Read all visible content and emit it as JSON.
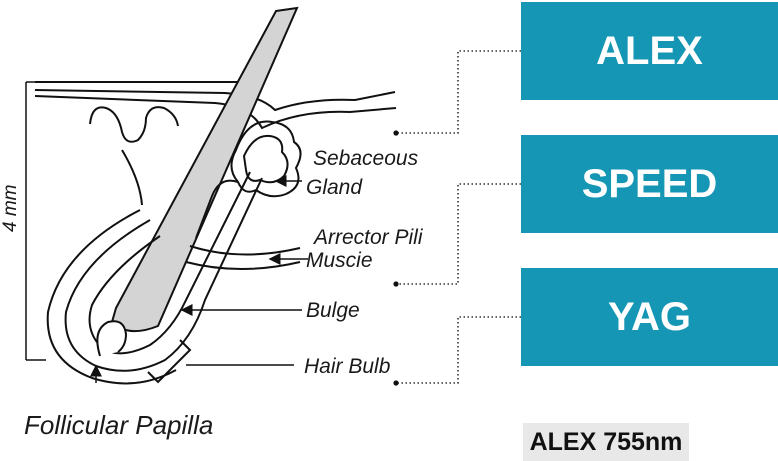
{
  "diagram": {
    "scale_label": "4 mm",
    "labels": {
      "sebaceous": "Sebaceous",
      "gland": "Gland",
      "arrector_pili": "Arrector Pili",
      "muscie": "Muscie",
      "bulge": "Bulge",
      "hair_bulb": "Hair Bulb",
      "follicular_papilla": "Follicular Papilla"
    }
  },
  "wavelengths": {
    "buttons": [
      "ALEX",
      "SPEED",
      "YAG"
    ],
    "selected": "ALEX 755nm"
  },
  "colors": {
    "button_bg": "#1596b5",
    "hair_fill": "#d4d4d4",
    "badge_bg": "#e8e8e8"
  }
}
